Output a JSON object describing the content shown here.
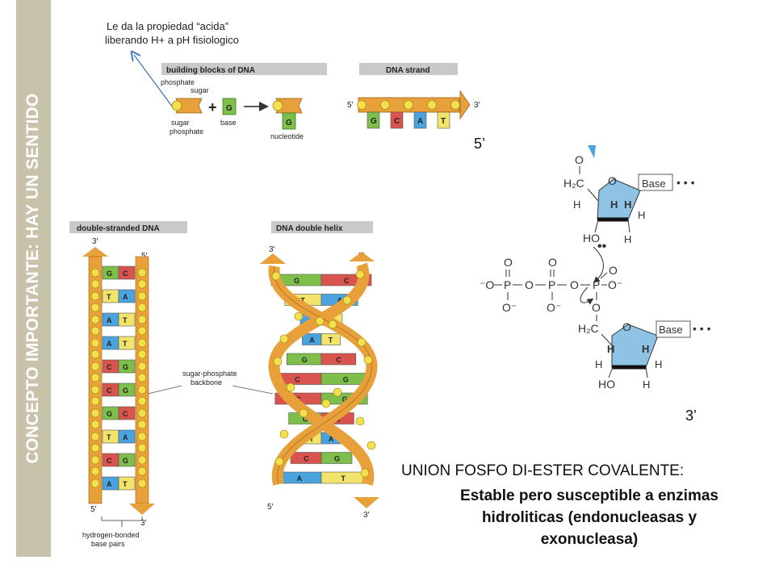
{
  "side_title": "CONCEPTO IMPORTANTE: HAY UN SENTIDO",
  "note": {
    "line1": "Le da la propiedad “acida”",
    "line2": "liberando H+ a pH fisiologico"
  },
  "building_blocks": {
    "header": "building blocks of DNA",
    "phosphate": "phosphate",
    "sugar": "sugar",
    "sugar_phosphate_1": "sugar",
    "sugar_phosphate_2": "phosphate",
    "base_letter": "G",
    "base": "base",
    "nucleotide_letter": "G",
    "nucleotide": "nucleotide",
    "plus": "+"
  },
  "dna_strand": {
    "header": "DNA strand",
    "five_prime": "5′",
    "three_prime": "3′",
    "bases": [
      "G",
      "C",
      "A",
      "T"
    ],
    "base_colors": [
      "#7dbf4a",
      "#d9534f",
      "#4aa3df",
      "#f2e36b"
    ]
  },
  "double_stranded": {
    "header": "double-stranded DNA",
    "top_left": "3′",
    "top_right": "5′",
    "bottom_left": "5′",
    "bottom_right": "3′",
    "pairs": [
      [
        "G",
        "C"
      ],
      [
        "T",
        "A"
      ],
      [
        "A",
        "T"
      ],
      [
        "A",
        "T"
      ],
      [
        "C",
        "G"
      ],
      [
        "C",
        "G"
      ],
      [
        "G",
        "C"
      ],
      [
        "T",
        "A"
      ],
      [
        "C",
        "G"
      ],
      [
        "A",
        "T"
      ]
    ],
    "hydrogen_label_1": "hydrogen-bonded",
    "hydrogen_label_2": "base pairs"
  },
  "double_helix": {
    "header": "DNA double helix",
    "top_left": "3′",
    "top_right": "5′",
    "bottom_left": "5′",
    "bottom_right": "3′",
    "pairs": [
      [
        "G",
        "C"
      ],
      [
        "T",
        "A"
      ],
      [
        "A",
        "T"
      ],
      [
        "A",
        "T"
      ],
      [
        "G",
        "C"
      ],
      [
        "C",
        "G"
      ],
      [
        "C",
        "G"
      ],
      [
        "G",
        "C"
      ],
      [
        "T",
        "A"
      ],
      [
        "C",
        "G"
      ],
      [
        "A",
        "T"
      ]
    ],
    "backbone_label_1": "sugar-phosphate",
    "backbone_label_2": "backbone"
  },
  "chemistry": {
    "base_label_top": "Base",
    "base_label_bottom": "Base",
    "dots": "• • •",
    "h2c_top": "H₂C",
    "h2c_bottom": "H₂C",
    "oh": "HO",
    "ho_bottom": "HO",
    "o": "O",
    "h": "H",
    "p": "P",
    "o_minus": "O⁻",
    "minus_o": "⁻O"
  },
  "strand_5": "5’",
  "strand_3": "3’",
  "union_title": "UNION FOSFO DI-ESTER COVALENTE:",
  "union_detail_1": "Estable pero susceptible a enzimas",
  "union_detail_2": "hidroliticas (endonucleasas y",
  "union_detail_3": "exonucleasa)",
  "colors": {
    "backbone": "#e8a03a",
    "backbone_dark": "#b8741a",
    "phosphate": "#f4e04d",
    "header_bg": "#c9c9c9",
    "sugar_blue": "#8ec3e6"
  }
}
